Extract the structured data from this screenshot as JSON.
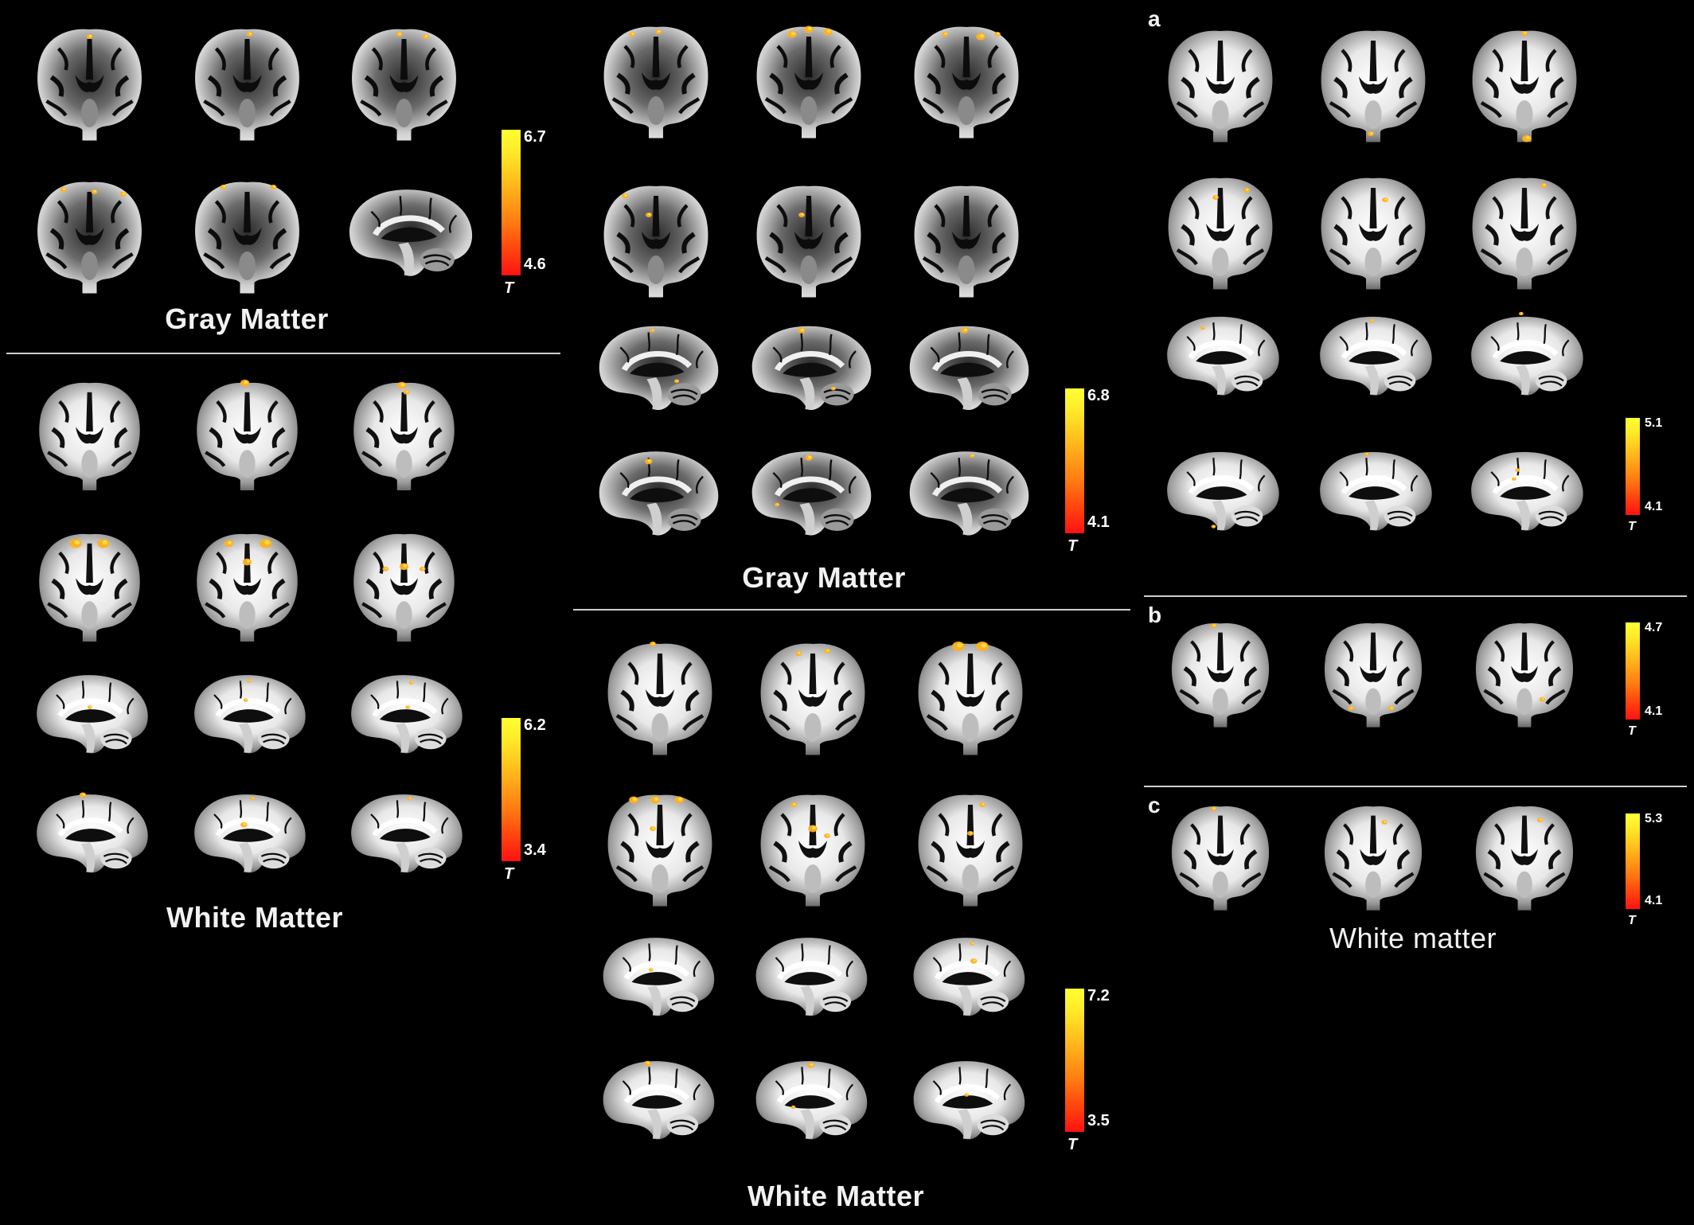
{
  "panels": {
    "left_gm": {
      "title": "Gray Matter",
      "scale_max": "6.7",
      "scale_min": "4.6",
      "scale_label": "T"
    },
    "left_wm": {
      "title": "White Matter",
      "scale_max": "6.2",
      "scale_min": "3.4",
      "scale_label": "T"
    },
    "mid_gm": {
      "title": "Gray Matter",
      "scale_max": "6.8",
      "scale_min": "4.1",
      "scale_label": "T"
    },
    "mid_wm": {
      "title": "White Matter",
      "scale_max": "7.2",
      "scale_min": "3.5",
      "scale_label": "T"
    },
    "right_a": {
      "label": "a",
      "scale_max": "5.1",
      "scale_min": "4.1",
      "scale_label": "T"
    },
    "right_b": {
      "label": "b",
      "scale_max": "4.7",
      "scale_min": "4.1",
      "scale_label": "T"
    },
    "right_c": {
      "label": "c",
      "scale_max": "5.3",
      "scale_min": "4.1",
      "scale_label": "T",
      "title": "White matter"
    }
  },
  "colors": {
    "background": "#000000",
    "hot_max": "#ffff33",
    "hot_min": "#ff1212",
    "blob": "#ffb020",
    "divider": "#cfcfcf"
  },
  "slice_types": [
    "coronal",
    "sagittal"
  ],
  "tissue_types": [
    "gray-matter",
    "white-matter"
  ]
}
